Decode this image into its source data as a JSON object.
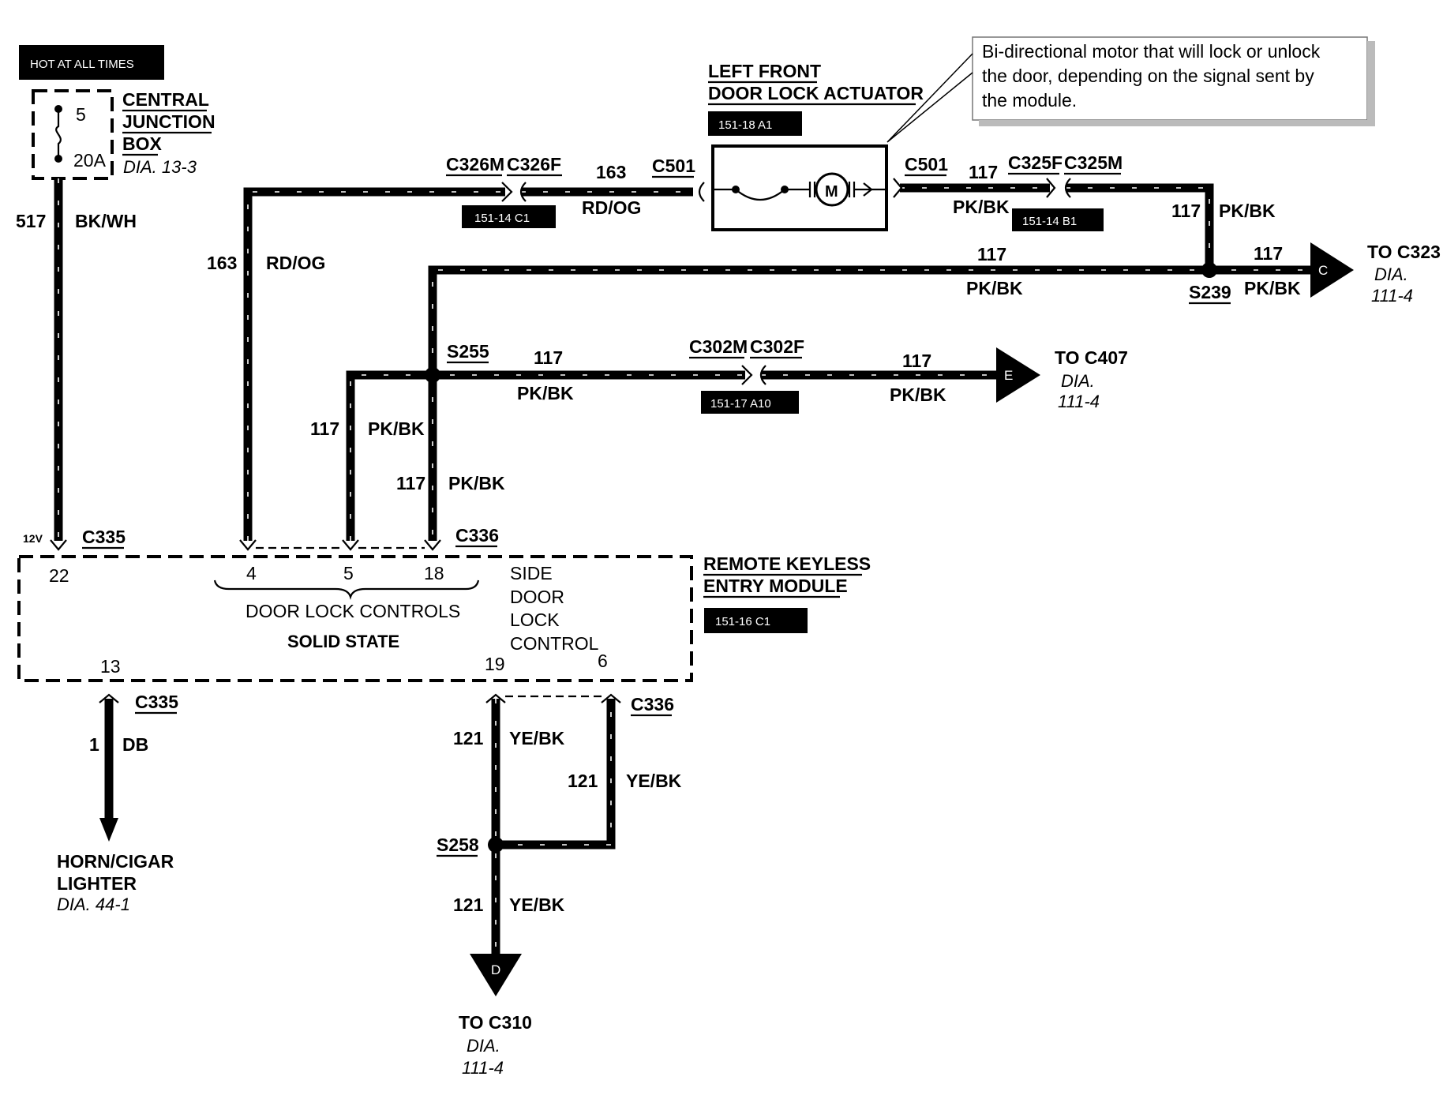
{
  "power": {
    "hot_label": "HOT AT ALL TIMES",
    "fuse_number": "5",
    "fuse_rating": "20A",
    "box_name_1": "CENTRAL",
    "box_name_2": "JUNCTION",
    "box_name_3": "BOX",
    "box_ref": "DIA. 13-3"
  },
  "wires": {
    "w517": {
      "circuit": "517",
      "color": "BK/WH"
    },
    "w163_vert": {
      "circuit": "163",
      "color": "RD/OG"
    },
    "w163_top": {
      "circuit": "163",
      "color": "RD/OG"
    },
    "w117_right_top": {
      "circuit": "117",
      "color": "PK/BK"
    },
    "w117_right_vert": {
      "circuit": "117",
      "color": "PK/BK"
    },
    "w117_long": {
      "circuit": "117",
      "color": "PK/BK"
    },
    "w117_to_c": {
      "circuit": "117",
      "color": "PK/BK"
    },
    "w117_mid_left": {
      "circuit": "117",
      "color": "PK/BK"
    },
    "w117_mid_right": {
      "circuit": "117",
      "color": "PK/BK"
    },
    "w117_vert5": {
      "circuit": "117",
      "color": "PK/BK"
    },
    "w117_vert18": {
      "circuit": "117",
      "color": "PK/BK"
    },
    "w1": {
      "circuit": "1",
      "color": "DB"
    },
    "w121_a": {
      "circuit": "121",
      "color": "YE/BK"
    },
    "w121_b": {
      "circuit": "121",
      "color": "YE/BK"
    },
    "w121_c": {
      "circuit": "121",
      "color": "YE/BK"
    }
  },
  "connectors": {
    "c326m": "C326M",
    "c326f": "C326F",
    "c326_ref": "151-14 C1",
    "c501_left": "C501",
    "c501_right": "C501",
    "c325f": "C325F",
    "c325m": "C325M",
    "c325_ref": "151-14 B1",
    "c302m": "C302M",
    "c302f": "C302F",
    "c302_ref": "151-17 A10",
    "c335_top": "C335",
    "c335_bottom": "C335",
    "c336_top": "C336",
    "c336_bottom": "C336"
  },
  "splices": {
    "s239": "S239",
    "s255": "S255",
    "s258": "S258"
  },
  "actuator": {
    "title_1": "LEFT FRONT",
    "title_2": "DOOR LOCK ACTUATOR",
    "ref": "151-18 A1",
    "motor": "M",
    "callout_1": "Bi-directional motor that will lock or unlock",
    "callout_2": "the door, depending on the signal sent by",
    "callout_3": "the module."
  },
  "module": {
    "title_1": "REMOTE KEYLESS",
    "title_2": "ENTRY MODULE",
    "ref": "151-16 C1",
    "voltage": "12V",
    "pin22": "22",
    "pin4": "4",
    "pin5": "5",
    "pin18": "18",
    "pin13": "13",
    "pin19": "19",
    "pin6": "6",
    "group_label": "DOOR LOCK CONTROLS",
    "solid_state": "SOLID STATE",
    "side_1": "SIDE",
    "side_2": "DOOR",
    "side_3": "LOCK",
    "side_4": "CONTROL"
  },
  "destinations": {
    "c": {
      "letter": "C",
      "to": "TO C323",
      "dia": "DIA.",
      "page": "111-4"
    },
    "e": {
      "letter": "E",
      "to": "TO C407",
      "dia": "DIA.",
      "page": "111-4"
    },
    "d": {
      "letter": "D",
      "to": "TO C310",
      "dia": "DIA.",
      "page": "111-4"
    },
    "horn_1": "HORN/CIGAR",
    "horn_2": "LIGHTER",
    "horn_ref": "DIA. 44-1"
  }
}
